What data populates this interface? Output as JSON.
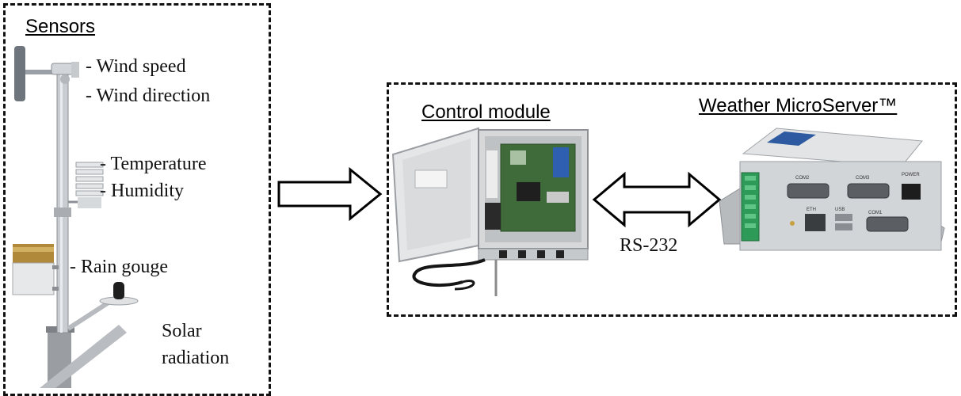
{
  "sensors": {
    "title": "Sensors",
    "labels": {
      "wind_speed": "- Wind speed",
      "wind_direction": "- Wind direction",
      "temperature": "- Temperature",
      "humidity": "- Humidity",
      "rain": "- Rain gouge",
      "solar_line1": "Solar",
      "solar_line2": "radiation"
    }
  },
  "control": {
    "title": "Control module"
  },
  "microserver": {
    "title": "Weather MicroServer™",
    "ports": [
      "COM2",
      "COM3",
      "POWER",
      "ETH",
      "USB",
      "COM1"
    ]
  },
  "link": {
    "label": "RS-232"
  }
}
